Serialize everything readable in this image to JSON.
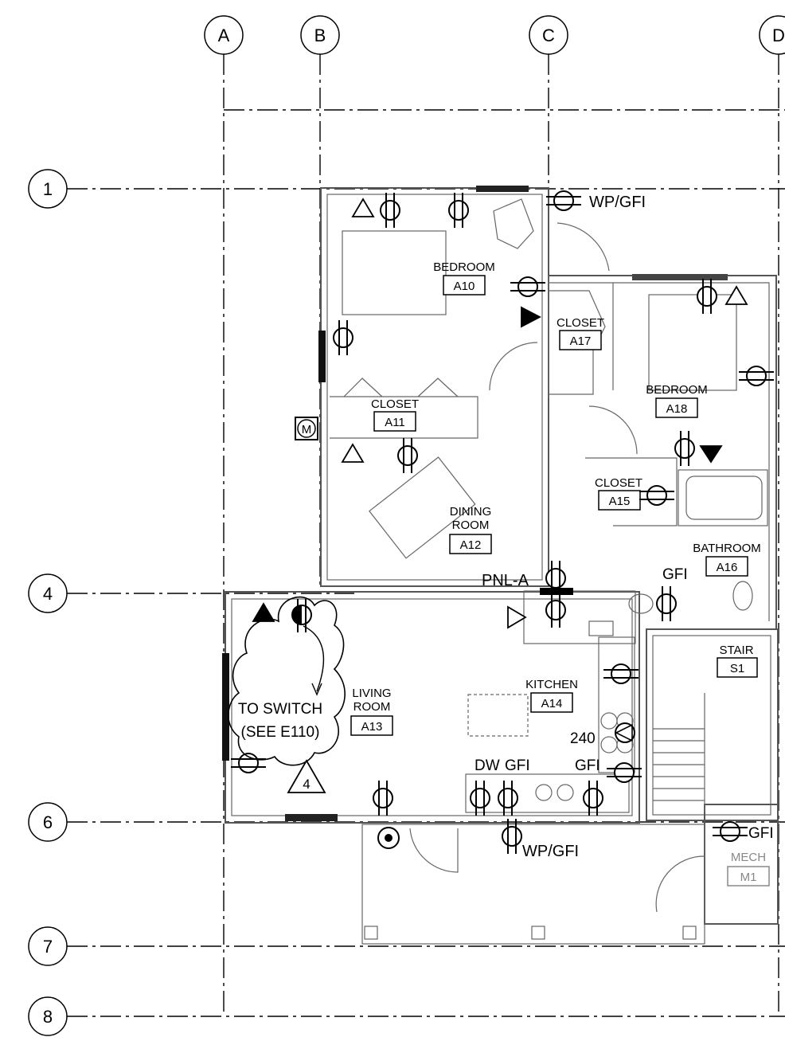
{
  "grid": {
    "columns": [
      "A",
      "B",
      "C",
      "D"
    ],
    "rows": [
      "1",
      "4",
      "6",
      "7",
      "8"
    ]
  },
  "rooms": [
    {
      "name": "BEDROOM",
      "tag": "A10"
    },
    {
      "name": "CLOSET",
      "tag": "A17"
    },
    {
      "name": "BEDROOM",
      "tag": "A18"
    },
    {
      "name": "CLOSET",
      "tag": "A11"
    },
    {
      "name": "CLOSET",
      "tag": "A15"
    },
    {
      "name_line1": "DINING",
      "name_line2": "ROOM",
      "tag": "A12"
    },
    {
      "name": "BATHROOM",
      "tag": "A16"
    },
    {
      "name": "STAIR",
      "tag": "S1"
    },
    {
      "name": "KITCHEN",
      "tag": "A14"
    },
    {
      "name_line1": "LIVING",
      "name_line2": "ROOM",
      "tag": "A13"
    },
    {
      "name": "MECH",
      "tag": "M1"
    }
  ],
  "annotations": {
    "wp_gfi_top": "WP/GFI",
    "panel": "PNL-A",
    "gfi_bath": "GFI",
    "range_240": "240",
    "dw": "DW",
    "gfi_counter_left": "GFI",
    "gfi_counter_right": "GFI",
    "wp_gfi_porch": "WP/GFI",
    "gfi_mech": "GFI",
    "cloud_note_line1": "TO SWITCH",
    "cloud_note_line2": "(SEE E110)",
    "revision_number": "4",
    "meter": "M"
  }
}
